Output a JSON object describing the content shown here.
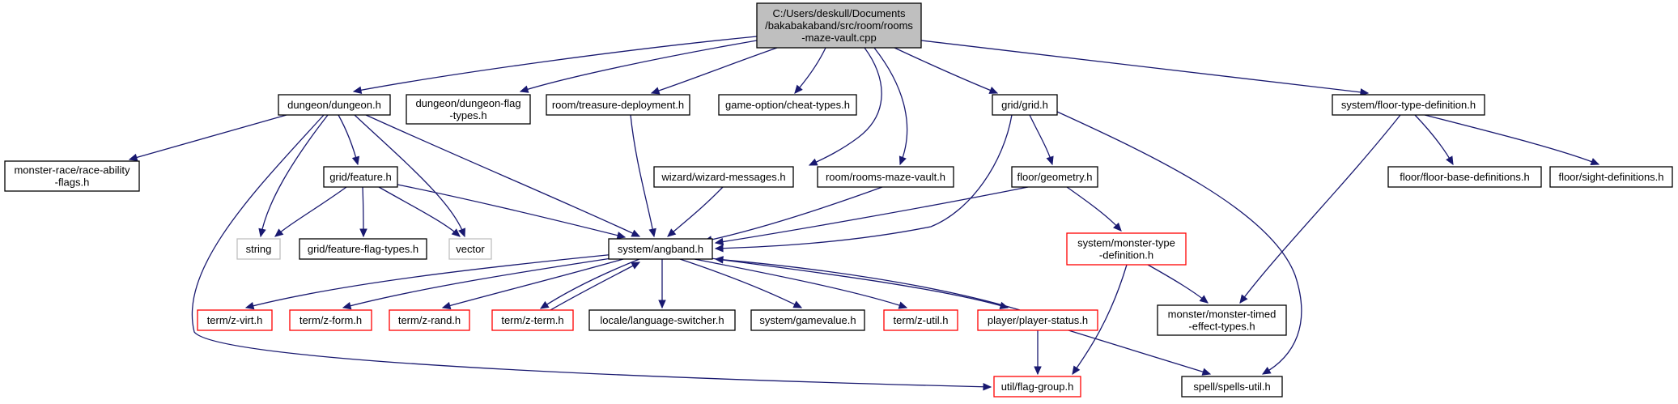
{
  "diagram": {
    "colors": {
      "root_fill": "#bfbfbf",
      "normal_border": "#000000",
      "incomplete_border": "#ff0000",
      "external_border": "#bfbfbf",
      "edge": "#191970"
    },
    "nodes": [
      {
        "id": "root",
        "lines": [
          "C:/Users/deskull/Documents",
          "/bakabakaband/src/room/rooms",
          "-maze-vault.cpp"
        ],
        "kind": "root"
      },
      {
        "id": "dungeon",
        "lines": [
          "dungeon/dungeon.h"
        ],
        "kind": "normal"
      },
      {
        "id": "dungeonflag",
        "lines": [
          "dungeon/dungeon-flag",
          "-types.h"
        ],
        "kind": "normal"
      },
      {
        "id": "treasure",
        "lines": [
          "room/treasure-deployment.h"
        ],
        "kind": "normal"
      },
      {
        "id": "cheat",
        "lines": [
          "game-option/cheat-types.h"
        ],
        "kind": "normal"
      },
      {
        "id": "grid",
        "lines": [
          "grid/grid.h"
        ],
        "kind": "normal"
      },
      {
        "id": "floortype",
        "lines": [
          "system/floor-type-definition.h"
        ],
        "kind": "normal"
      },
      {
        "id": "racead",
        "lines": [
          "monster-race/race-ability",
          "-flags.h"
        ],
        "kind": "normal"
      },
      {
        "id": "feature",
        "lines": [
          "grid/feature.h"
        ],
        "kind": "normal"
      },
      {
        "id": "wizard",
        "lines": [
          "wizard/wizard-messages.h"
        ],
        "kind": "normal"
      },
      {
        "id": "mazevault",
        "lines": [
          "room/rooms-maze-vault.h"
        ],
        "kind": "normal"
      },
      {
        "id": "geometry",
        "lines": [
          "floor/geometry.h"
        ],
        "kind": "normal"
      },
      {
        "id": "floorbase",
        "lines": [
          "floor/floor-base-definitions.h"
        ],
        "kind": "normal"
      },
      {
        "id": "sight",
        "lines": [
          "floor/sight-definitions.h"
        ],
        "kind": "normal"
      },
      {
        "id": "string",
        "lines": [
          "string"
        ],
        "kind": "external"
      },
      {
        "id": "featflag",
        "lines": [
          "grid/feature-flag-types.h"
        ],
        "kind": "normal"
      },
      {
        "id": "vector",
        "lines": [
          "vector"
        ],
        "kind": "external"
      },
      {
        "id": "angband",
        "lines": [
          "system/angband.h"
        ],
        "kind": "normal"
      },
      {
        "id": "montype",
        "lines": [
          "system/monster-type",
          "-definition.h"
        ],
        "kind": "incomplete"
      },
      {
        "id": "montimed",
        "lines": [
          "monster/monster-timed",
          "-effect-types.h"
        ],
        "kind": "normal"
      },
      {
        "id": "zvirt",
        "lines": [
          "term/z-virt.h"
        ],
        "kind": "incomplete"
      },
      {
        "id": "zform",
        "lines": [
          "term/z-form.h"
        ],
        "kind": "incomplete"
      },
      {
        "id": "zrand",
        "lines": [
          "term/z-rand.h"
        ],
        "kind": "incomplete"
      },
      {
        "id": "zterm",
        "lines": [
          "term/z-term.h"
        ],
        "kind": "incomplete"
      },
      {
        "id": "lang",
        "lines": [
          "locale/language-switcher.h"
        ],
        "kind": "normal"
      },
      {
        "id": "gamevalue",
        "lines": [
          "system/gamevalue.h"
        ],
        "kind": "normal"
      },
      {
        "id": "zutil",
        "lines": [
          "term/z-util.h"
        ],
        "kind": "incomplete"
      },
      {
        "id": "pstatus",
        "lines": [
          "player/player-status.h"
        ],
        "kind": "incomplete"
      },
      {
        "id": "flaggroup",
        "lines": [
          "util/flag-group.h"
        ],
        "kind": "incomplete"
      },
      {
        "id": "spells",
        "lines": [
          "spell/spells-util.h"
        ],
        "kind": "normal"
      }
    ],
    "edges": [
      {
        "from": "root",
        "to": "dungeon"
      },
      {
        "from": "root",
        "to": "dungeonflag"
      },
      {
        "from": "root",
        "to": "treasure"
      },
      {
        "from": "root",
        "to": "cheat"
      },
      {
        "from": "root",
        "to": "wizard"
      },
      {
        "from": "root",
        "to": "mazevault"
      },
      {
        "from": "root",
        "to": "grid"
      },
      {
        "from": "root",
        "to": "floortype"
      },
      {
        "from": "dungeon",
        "to": "racead"
      },
      {
        "from": "dungeon",
        "to": "feature"
      },
      {
        "from": "dungeon",
        "to": "string"
      },
      {
        "from": "dungeon",
        "to": "vector"
      },
      {
        "from": "dungeon",
        "to": "angband"
      },
      {
        "from": "dungeon",
        "to": "flaggroup"
      },
      {
        "from": "treasure",
        "to": "angband"
      },
      {
        "from": "grid",
        "to": "geometry"
      },
      {
        "from": "grid",
        "to": "angband"
      },
      {
        "from": "grid",
        "to": "spells"
      },
      {
        "from": "floortype",
        "to": "floorbase"
      },
      {
        "from": "floortype",
        "to": "sight"
      },
      {
        "from": "floortype",
        "to": "montimed"
      },
      {
        "from": "feature",
        "to": "string"
      },
      {
        "from": "feature",
        "to": "featflag"
      },
      {
        "from": "feature",
        "to": "vector"
      },
      {
        "from": "feature",
        "to": "angband"
      },
      {
        "from": "wizard",
        "to": "angband"
      },
      {
        "from": "mazevault",
        "to": "angband"
      },
      {
        "from": "geometry",
        "to": "angband"
      },
      {
        "from": "geometry",
        "to": "montype"
      },
      {
        "from": "montype",
        "to": "montimed"
      },
      {
        "from": "montype",
        "to": "flaggroup"
      },
      {
        "from": "angband",
        "to": "zvirt"
      },
      {
        "from": "angband",
        "to": "zform"
      },
      {
        "from": "angband",
        "to": "zrand"
      },
      {
        "from": "angband",
        "to": "zterm"
      },
      {
        "from": "angband",
        "to": "lang"
      },
      {
        "from": "angband",
        "to": "gamevalue"
      },
      {
        "from": "angband",
        "to": "zutil"
      },
      {
        "from": "angband",
        "to": "pstatus"
      },
      {
        "from": "zterm",
        "to": "angband"
      },
      {
        "from": "pstatus",
        "to": "angband"
      },
      {
        "from": "pstatus",
        "to": "flaggroup"
      },
      {
        "from": "pstatus",
        "to": "spells"
      }
    ]
  }
}
